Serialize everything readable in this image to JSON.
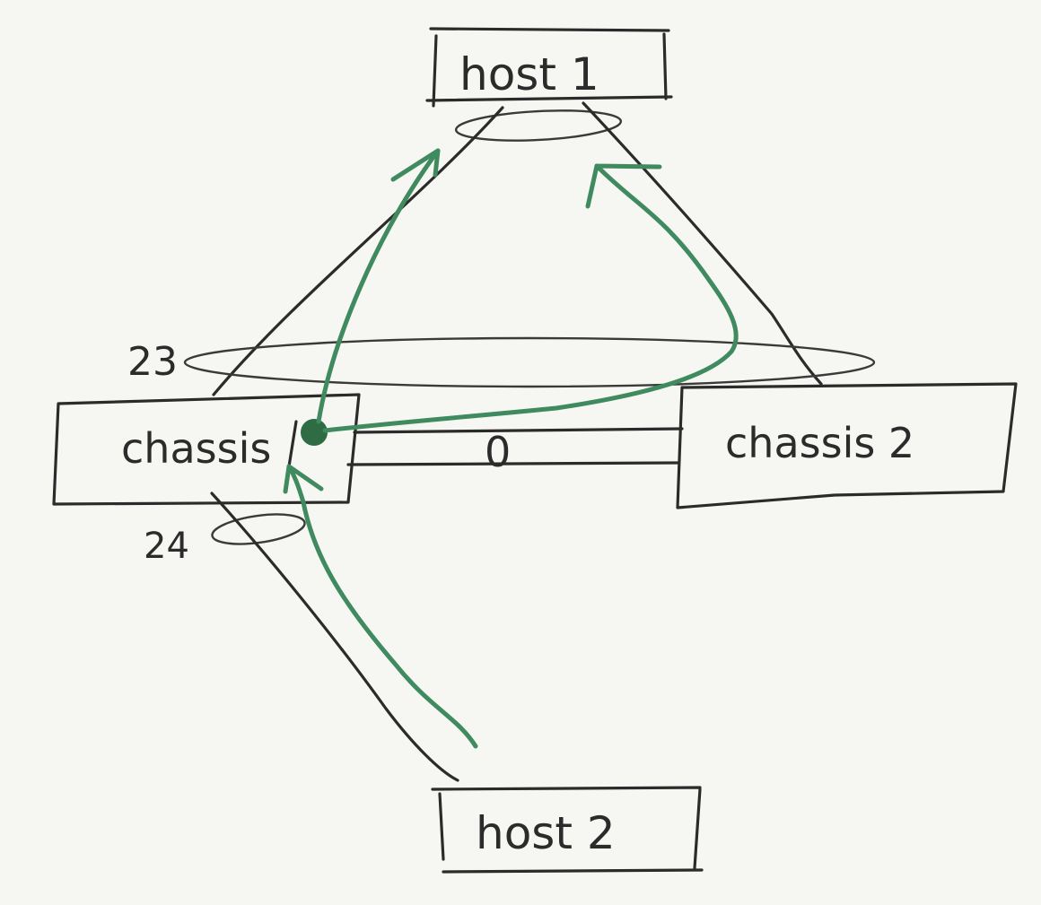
{
  "nodes": {
    "host1": {
      "label": "host 1"
    },
    "host2": {
      "label": "host 2"
    },
    "chassis1": {
      "label": "chassis"
    },
    "chassis2": {
      "label": "chassis 2"
    }
  },
  "annotations": {
    "group_23": "23",
    "group_24": "24",
    "interconnect": "0"
  },
  "colors": {
    "ink": "#2b2b2b",
    "flow": "#3f8a5f",
    "background": "#f6f6f2"
  }
}
